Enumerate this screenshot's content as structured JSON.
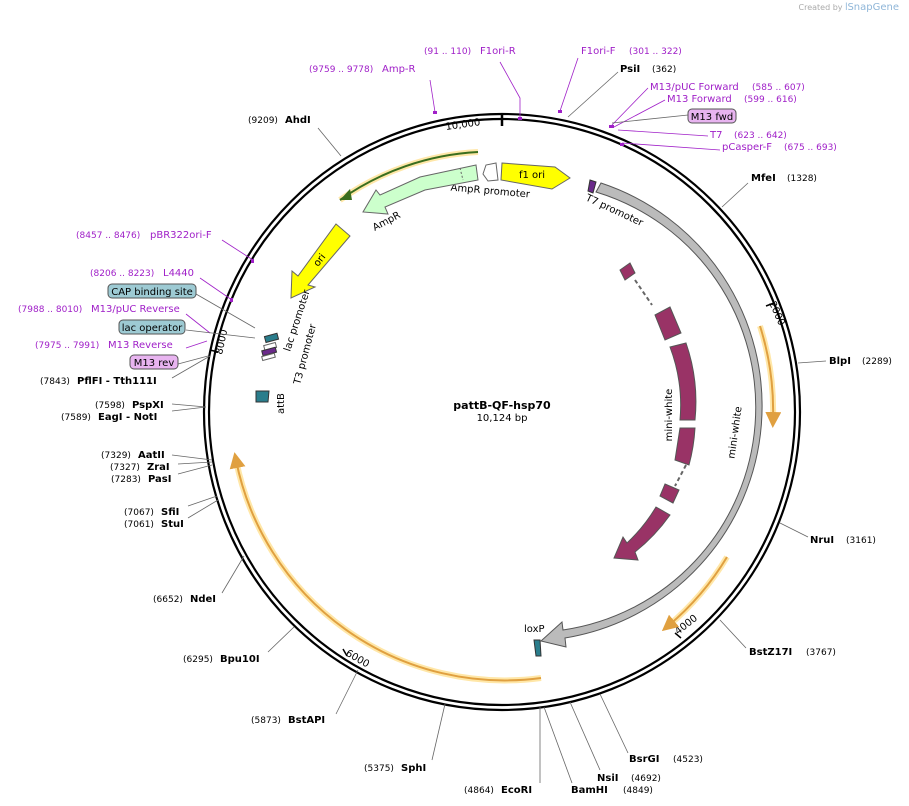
{
  "credit": {
    "prefix": "Created by",
    "brand": "SnapGene"
  },
  "plasmid": {
    "name": "pattB-QF-hsp70",
    "length_label": "10,124 bp",
    "length": 10124
  },
  "ticks": [
    {
      "bp": 2000,
      "label": "2000"
    },
    {
      "bp": 4000,
      "label": "4000"
    },
    {
      "bp": 6000,
      "label": "6000"
    },
    {
      "bp": 8000,
      "label": "8000"
    },
    {
      "bp": 10000,
      "label": "10,000"
    }
  ],
  "enzymes": [
    {
      "name": "PsiI",
      "pos": "(362)",
      "bp": 362
    },
    {
      "name": "MfeI",
      "pos": "(1328)",
      "bp": 1328
    },
    {
      "name": "BlpI",
      "pos": "(2289)",
      "bp": 2289
    },
    {
      "name": "NruI",
      "pos": "(3161)",
      "bp": 3161
    },
    {
      "name": "BstZ17I",
      "pos": "(3767)",
      "bp": 3767
    },
    {
      "name": "BsrGI",
      "pos": "(4523)",
      "bp": 4523
    },
    {
      "name": "NsiI",
      "pos": "(4692)",
      "bp": 4692
    },
    {
      "name": "BamHI",
      "pos": "(4849)",
      "bp": 4849
    },
    {
      "name": "EcoRI",
      "pos": "(4864)",
      "bp": 4864
    },
    {
      "name": "SphI",
      "pos": "(5375)",
      "bp": 5375
    },
    {
      "name": "BstAPI",
      "pos": "(5873)",
      "bp": 5873
    },
    {
      "name": "Bpu10I",
      "pos": "(6295)",
      "bp": 6295
    },
    {
      "name": "NdeI",
      "pos": "(6652)",
      "bp": 6652
    },
    {
      "name": "StuI",
      "pos": "(7061)",
      "bp": 7061
    },
    {
      "name": "SfiI",
      "pos": "(7067)",
      "bp": 7067
    },
    {
      "name": "PasI",
      "pos": "(7283)",
      "bp": 7283
    },
    {
      "name": "ZraI",
      "pos": "(7327)",
      "bp": 7327
    },
    {
      "name": "AatII",
      "pos": "(7329)",
      "bp": 7329
    },
    {
      "name": "EagI - NotI",
      "pos": "(7589)",
      "bp": 7589
    },
    {
      "name": "PspXI",
      "pos": "(7598)",
      "bp": 7598
    },
    {
      "name": "PflFI - Tth111I",
      "pos": "(7843)",
      "bp": 7843
    },
    {
      "name": "AhdI",
      "pos": "(9209)",
      "bp": 9209
    }
  ],
  "primers": [
    {
      "name": "F1ori-R",
      "pos": "(91 .. 110)"
    },
    {
      "name": "F1ori-F",
      "pos": "(301 .. 322)"
    },
    {
      "name": "Amp-R",
      "pos": "(9759 .. 9778)"
    },
    {
      "name": "M13/pUC Forward",
      "pos": "(585 .. 607)"
    },
    {
      "name": "M13 Forward",
      "pos": "(599 .. 616)"
    },
    {
      "name": "T7",
      "pos": "(623 .. 642)"
    },
    {
      "name": "pCasper-F",
      "pos": "(675 .. 693)"
    },
    {
      "name": "pBR322ori-F",
      "pos": "(8457 .. 8476)"
    },
    {
      "name": "L4440",
      "pos": "(8206 .. 8223)"
    },
    {
      "name": "M13/pUC Reverse",
      "pos": "(7988 .. 8010)"
    },
    {
      "name": "M13 Reverse",
      "pos": "(7975 .. 7991)"
    }
  ],
  "boxed_labels": [
    {
      "name": "M13 fwd",
      "kind": "primer"
    },
    {
      "name": "CAP binding site",
      "kind": "protein_bind"
    },
    {
      "name": "lac operator",
      "kind": "protein_bind"
    },
    {
      "name": "M13 rev",
      "kind": "primer"
    }
  ],
  "features": [
    {
      "name": "f1 ori",
      "color": "#ffff00"
    },
    {
      "name": "AmpR promoter",
      "color": "#ffffff"
    },
    {
      "name": "AmpR",
      "color": "#ccffcc"
    },
    {
      "name": "ori",
      "color": "#ffff00"
    },
    {
      "name": "T7 promoter",
      "color": "#ffffff"
    },
    {
      "name": "mini-white",
      "color": "#bbbbbb"
    },
    {
      "name": "mini-white",
      "color": "#993366"
    },
    {
      "name": "lac promoter",
      "color": "#ffffff"
    },
    {
      "name": "T3 promoter",
      "color": "#ffffff"
    },
    {
      "name": "attB",
      "color": "#2a7d8c"
    },
    {
      "name": "loxP",
      "color": "#2a7d8c"
    }
  ],
  "colors": {
    "primer": "#a020c8",
    "primer_box": "#e8b4f0",
    "site_box": "#9dcad3",
    "orf_stroke": "#e8a040",
    "backbone": "#000000"
  }
}
